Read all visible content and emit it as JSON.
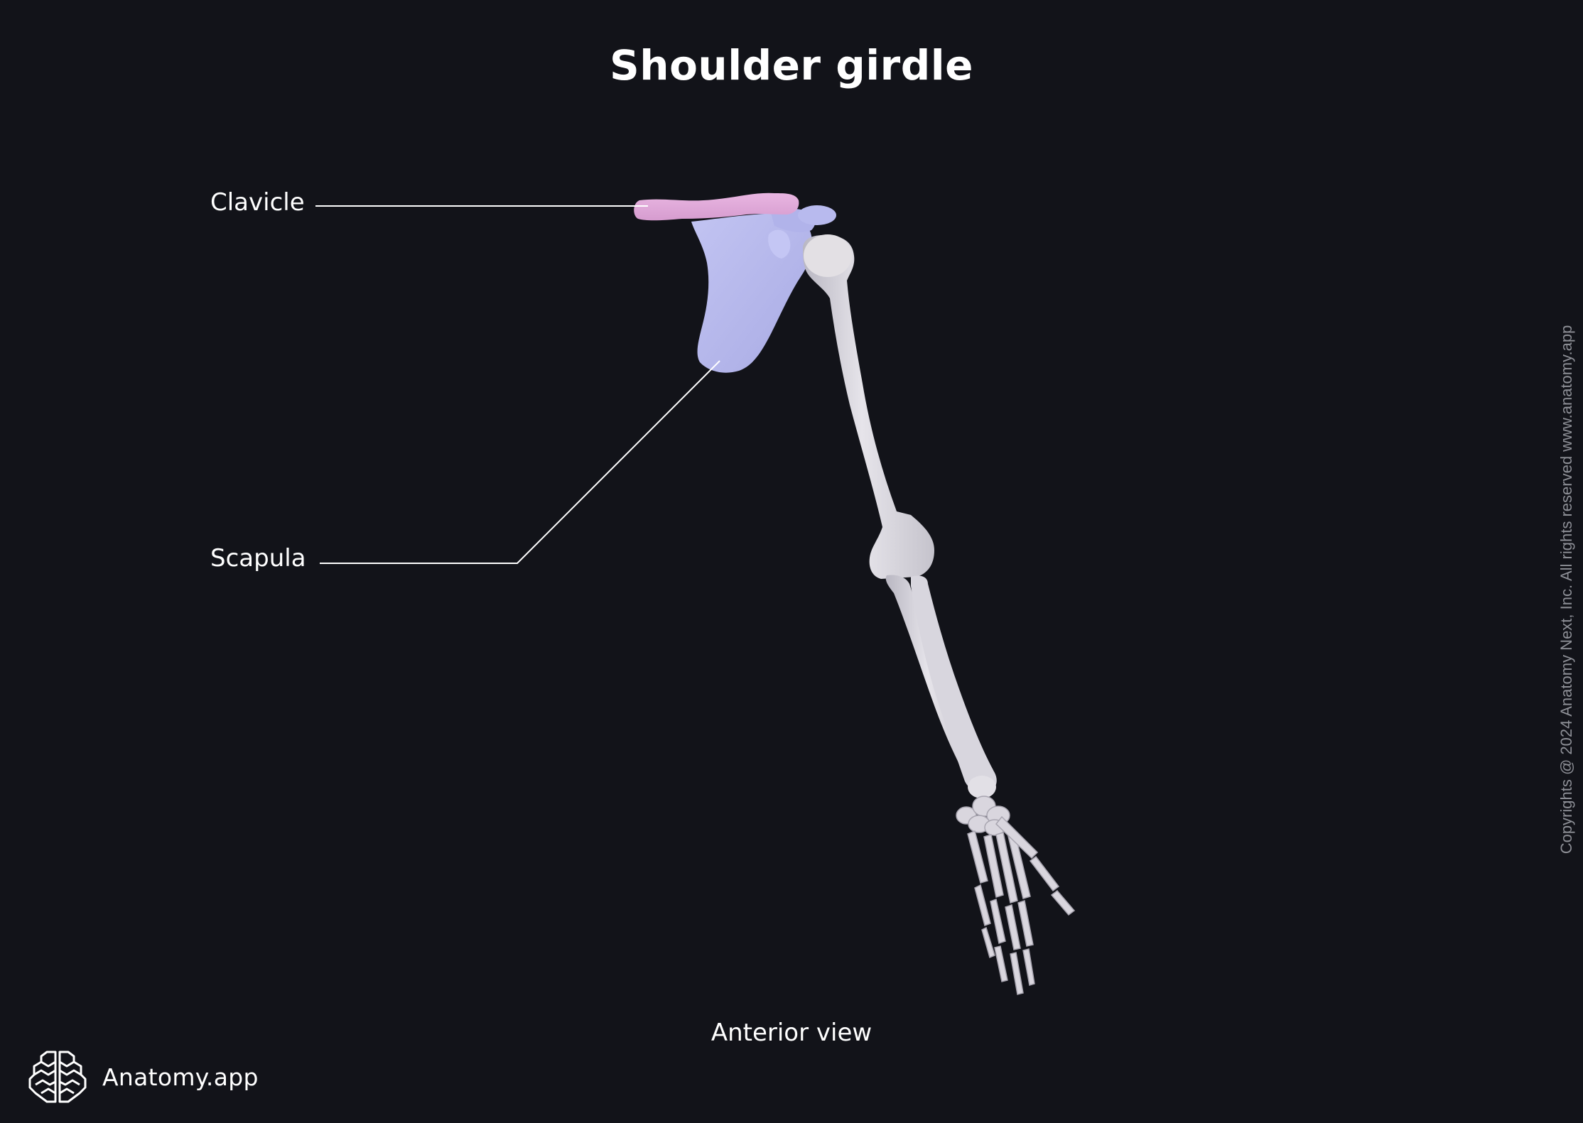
{
  "figure": {
    "title": "Shoulder girdle",
    "view": "Anterior view",
    "background_color": "#121319"
  },
  "labels": [
    {
      "id": "clavicle",
      "text": "Clavicle",
      "color": "#e0a8d8"
    },
    {
      "id": "scapula",
      "text": "Scapula",
      "color": "#b5b7eb"
    }
  ],
  "structures": {
    "highlighted": [
      "Clavicle",
      "Scapula"
    ],
    "context_bones": [
      "Humerus",
      "Radius",
      "Ulna",
      "Carpals",
      "Metacarpals",
      "Phalanges"
    ],
    "bone_color": "#dedce4"
  },
  "branding": {
    "logo_icon": "brain-icon",
    "name": "Anatomy.app",
    "copyright": "Copyrights @ 2024 Anatomy Next, Inc. All rights reserved www.anatomy.app"
  }
}
